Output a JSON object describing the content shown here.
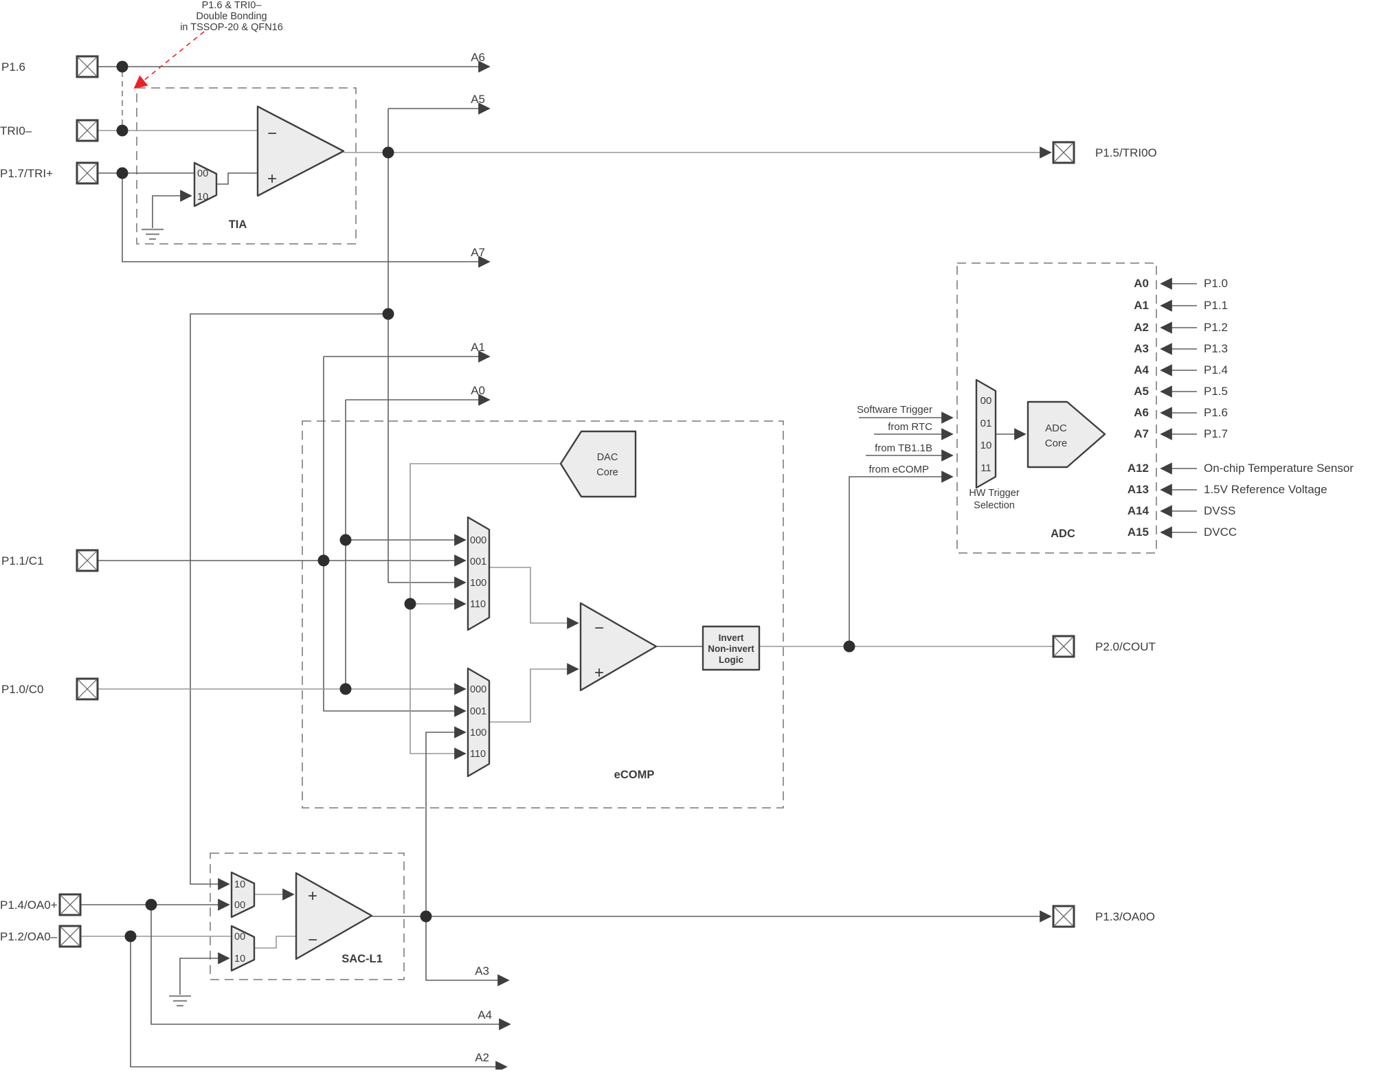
{
  "annotation": {
    "line1": "P1.6 & TRI0–",
    "line2": "Double Bonding",
    "line3": "in TSSOP-20 & QFN16"
  },
  "symbols": {
    "plus": "+",
    "minus": "−"
  },
  "pads_left": {
    "p1_6": "P1.6",
    "tri0_minus": "TRI0–",
    "p1_7": "P1.7/TRI+",
    "p1_1": "P1.1/C1",
    "p1_0": "P1.0/C0",
    "p1_4": "P1.4/OA0+",
    "p1_2": "P1.2/OA0–"
  },
  "pads_right": {
    "p1_5": "P1.5/TRI0O",
    "p2_0": "P2.0/COUT",
    "p1_3": "P1.3/OA0O"
  },
  "analog_outputs": {
    "a6": "A6",
    "a5": "A5",
    "a7": "A7",
    "a1": "A1",
    "a0": "A0",
    "a3": "A3",
    "a4": "A4",
    "a2": "A2"
  },
  "tia": {
    "title": "TIA",
    "mux": [
      "00",
      "10"
    ]
  },
  "sac": {
    "title": "SAC-L1",
    "mux_plus": [
      "10",
      "00"
    ],
    "mux_minus": [
      "00",
      "10"
    ]
  },
  "ecomp": {
    "title": "eCOMP",
    "dac_core": [
      "DAC",
      "Core"
    ],
    "mux_minus": [
      "000",
      "001",
      "100",
      "110"
    ],
    "mux_plus": [
      "000",
      "001",
      "100",
      "110"
    ],
    "logic": [
      "Invert",
      "Non-invert",
      "Logic"
    ]
  },
  "adc": {
    "title": "ADC",
    "core": [
      "ADC",
      "Core"
    ],
    "hw_mux": [
      "00",
      "01",
      "10",
      "11"
    ],
    "hw_label": [
      "HW Trigger",
      "Selection"
    ],
    "triggers": [
      "Software Trigger",
      "from RTC",
      "from TB1.1B",
      "from eCOMP"
    ],
    "channels": [
      {
        "ch": "A0",
        "src": "P1.0"
      },
      {
        "ch": "A1",
        "src": "P1.1"
      },
      {
        "ch": "A2",
        "src": "P1.2"
      },
      {
        "ch": "A3",
        "src": "P1.3"
      },
      {
        "ch": "A4",
        "src": "P1.4"
      },
      {
        "ch": "A5",
        "src": "P1.5"
      },
      {
        "ch": "A6",
        "src": "P1.6"
      },
      {
        "ch": "A7",
        "src": "P1.7"
      },
      {
        "ch": "A12",
        "src": "On-chip Temperature Sensor"
      },
      {
        "ch": "A13",
        "src": "1.5V Reference Voltage"
      },
      {
        "ch": "A14",
        "src": "DVSS"
      },
      {
        "ch": "A15",
        "src": "DVCC"
      }
    ]
  },
  "colors": {
    "wire": "#5f5f5f",
    "wire_light": "#979797",
    "shape_fill": "#ececec",
    "shape_stroke": "#3f3f3f",
    "dashed_box": "#8a8a8a",
    "text": "#3b3b3b",
    "annotation_arrow": "#ed2024"
  }
}
